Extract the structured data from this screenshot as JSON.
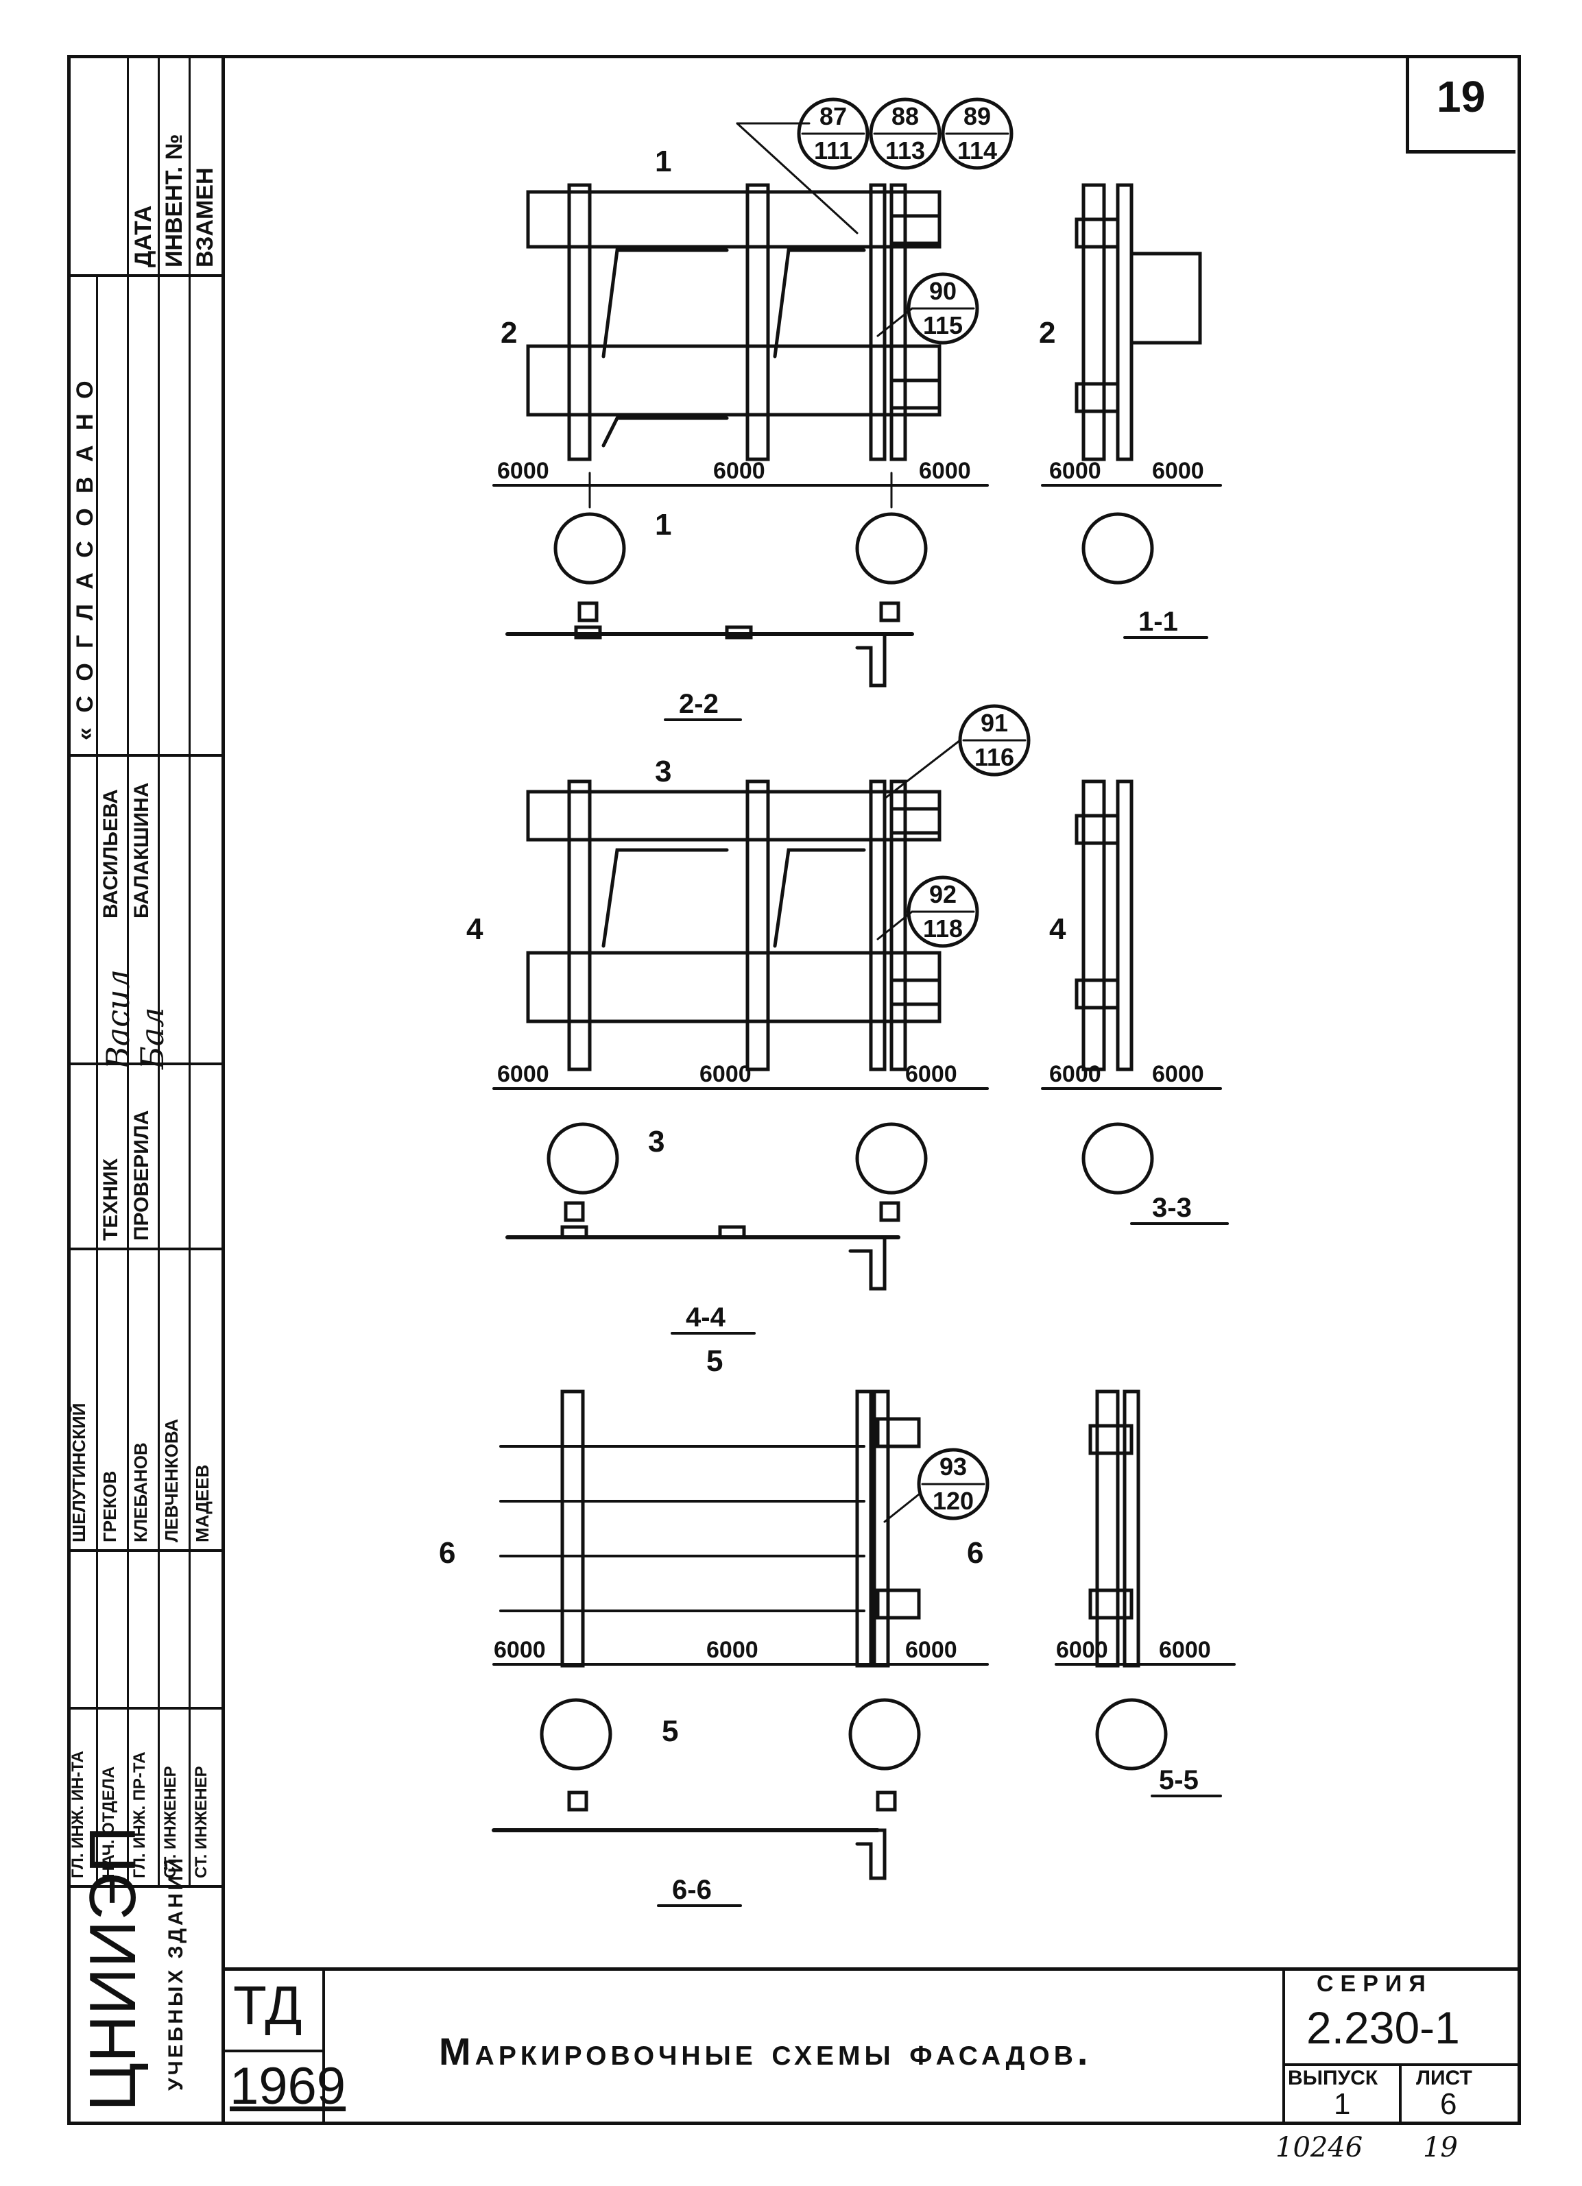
{
  "sheet_number": "19",
  "stamp": {
    "date_header": "ДАТА",
    "invent_header": "ИНВЕНТ. №",
    "vzamen_header": "ВЗАМЕН",
    "soglasovano": "« С О Г Л А С О В А Н О",
    "names_top": [
      "ВАСИЛЬЕВА",
      "БАЛАКШИНА"
    ],
    "signatures_top": [
      "Васил",
      "Бал"
    ],
    "roles_mid": [
      "ТЕХНИК",
      "ПРОВЕРИЛА"
    ],
    "names_mid": [
      "ШЕЛУТИНСКИЙ",
      "ГРЕКОВ",
      "КЛЕБАНОВ",
      "ЛЕВЧЕНКОВА",
      "МАДЕЕВ"
    ],
    "roles": [
      "ГЛ. ИНЖ. ИН-ТА",
      "НАЧ. ОТДЕЛА",
      "ГЛ. ИНЖ. ПР-ТА",
      "СТ. ИНЖЕНЕР",
      "СТ. ИНЖЕНЕР"
    ],
    "institute_logo": "ЦНИИЭП",
    "institute_subtitle": "УЧЕБНЫХ ЗДАНИЙ"
  },
  "title_block": {
    "td": "ТД",
    "year": "1969",
    "title": "Маркировочные схемы фасадов.",
    "seria_label": "СЕРИЯ",
    "seria_value": "2.230-1",
    "vypusk_label": "ВЫПУСК",
    "vypusk_value": "1",
    "list_label": "ЛИСТ",
    "list_value": "6"
  },
  "footer": {
    "inventory": "10246",
    "page": "19"
  },
  "drawing": {
    "dims": {
      "d6000": "6000"
    },
    "section_marks": {
      "s1": "1",
      "s2": "2",
      "s3": "3",
      "s4": "4",
      "s5": "5",
      "s6": "6"
    },
    "callouts": [
      {
        "top": "87",
        "bottom": "111"
      },
      {
        "top": "88",
        "bottom": "113"
      },
      {
        "top": "89",
        "bottom": "114"
      },
      {
        "top": "90",
        "bottom": "115"
      },
      {
        "top": "91",
        "bottom": "116"
      },
      {
        "top": "92",
        "bottom": "118"
      },
      {
        "top": "93",
        "bottom": "120"
      }
    ],
    "section_titles": [
      "1-1",
      "2-2",
      "3-3",
      "4-4",
      "5-5",
      "6-6"
    ]
  }
}
